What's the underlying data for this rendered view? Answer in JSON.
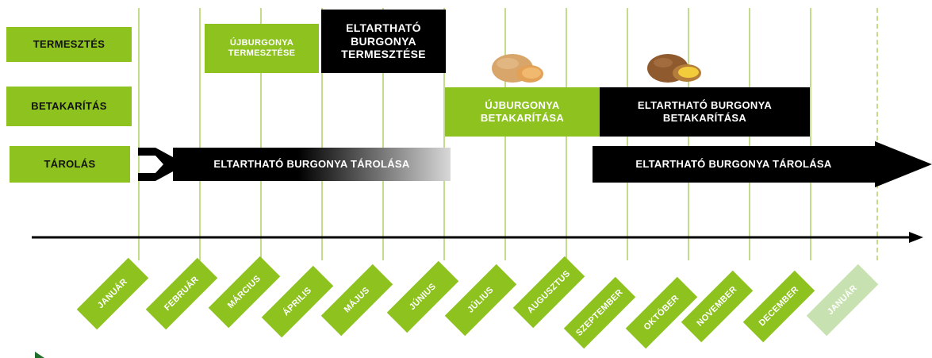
{
  "row_labels": {
    "cultivation": "TERMESZTÉS",
    "harvest": "BETAKARÍTÁS",
    "storage": "TÁROLÁS"
  },
  "bars": {
    "new_potato_cultivation": "ÚJBURGONYA TERMESZTÉSE",
    "storable_potato_cultivation": "ELTARTHATÓ BURGONYA TERMESZTÉSE",
    "new_potato_harvest": "ÚJBURGONYA BETAKARÍTÁSA",
    "storable_potato_harvest": "ELTARTHATÓ BURGONYA BETAKARÍTÁSA",
    "storage_first_half": "ELTARTHATÓ BURGONYA TÁROLÁSA",
    "storage_second_half": "ELTARTHATÓ BURGONYA TÁROLÁSA"
  },
  "months": [
    "JANUÁR",
    "FEBRUÁR",
    "MÁRCIUS",
    "ÁPRILIS",
    "MÁJUS",
    "JÚNIUS",
    "JÚLIUS",
    "AUGUSZTUS",
    "SZEPTEMBER",
    "OKTÓBER",
    "NOVEMBER",
    "DECEMBER",
    "JANUÁR"
  ],
  "colors": {
    "accent_green": "#8dc21f",
    "light_green": "#c3dc8a",
    "faded_green": "#c7e2b0",
    "black": "#000000"
  }
}
